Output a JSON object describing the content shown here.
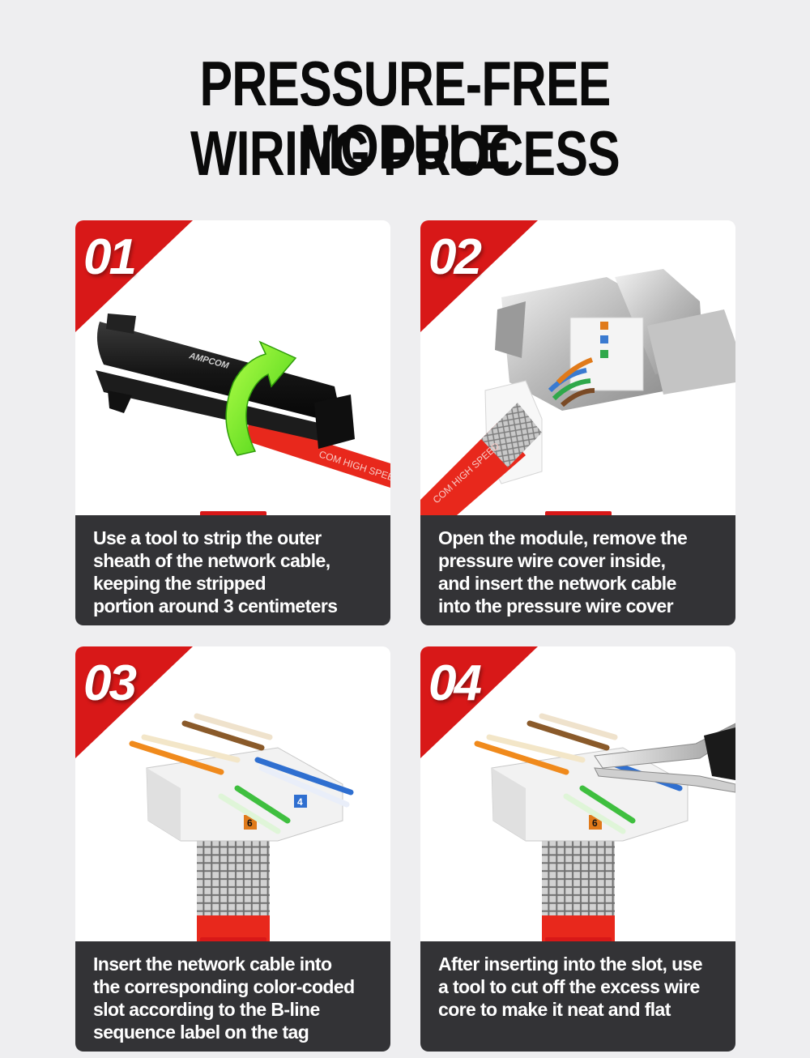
{
  "header": {
    "title_line1": "PRESSURE-FREE MODULE",
    "title_line2": "WIRING PROCESS"
  },
  "colors": {
    "accent_red": "#d81818",
    "caption_bg": "#333336",
    "page_bg": "#eeeef0"
  },
  "steps": [
    {
      "number": "01",
      "image": "cable-stripper-tool-rotating-on-red-cable",
      "tool_brand": "AMPCOM",
      "cable_print": "COM HIGH SPEED",
      "caption_lines": [
        "Use a tool to strip the outer",
        "sheath of the network cable,",
        "keeping the stripped",
        "portion around 3 centimeters"
      ]
    },
    {
      "number": "02",
      "image": "opened-keystone-module-with-cable-in-wire-cover",
      "cable_print": "COM HIGH SPEED",
      "caption_lines": [
        "Open the module, remove the",
        "pressure wire cover inside,",
        "and insert the network cable",
        "into the pressure wire cover"
      ]
    },
    {
      "number": "03",
      "image": "wires-inserted-into-color-coded-slots",
      "slot_labels": [
        "4",
        "6"
      ],
      "caption_lines": [
        "Insert the network cable into",
        "the corresponding color-coded",
        "slot according to the B-line",
        "sequence label on the tag"
      ]
    },
    {
      "number": "04",
      "image": "cutter-trimming-excess-wire-core",
      "slot_labels": [
        "6"
      ],
      "caption_lines": [
        "After inserting into the slot, use",
        "a tool to cut off the excess wire",
        "core to make it neat and flat"
      ]
    }
  ]
}
